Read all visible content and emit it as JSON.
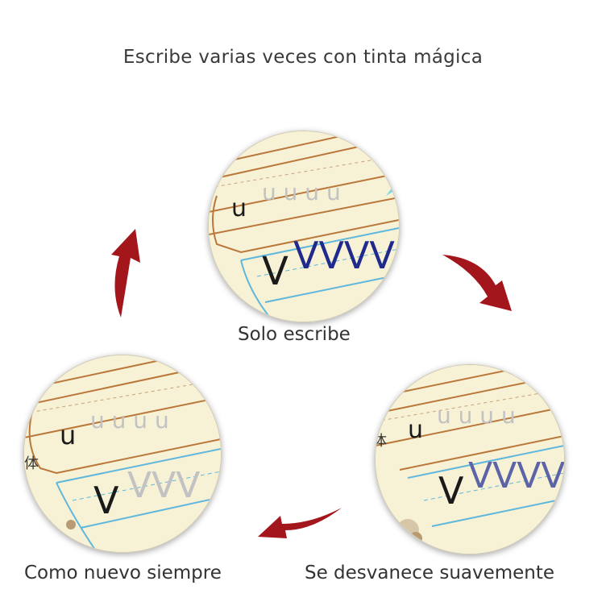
{
  "title": "Escribe varias veces con tinta mágica",
  "steps": [
    {
      "caption": "Solo escribe",
      "letter_u": "u",
      "letter_v": "V"
    },
    {
      "caption": "Se desvanece suavemente",
      "letter_u": "u",
      "letter_v": "V"
    },
    {
      "caption": "Como nuevo siempre",
      "letter_u": "u",
      "letter_v": "V"
    }
  ],
  "side_char": "体",
  "colors": {
    "paper": "#f7f1d6",
    "brown_line": "#b9783a",
    "blue_line": "#5fb7dc",
    "ink_dark": "#1a1a1a",
    "ink_blue": "#1f2a8c",
    "ink_faded_blue": "#5c64a8",
    "ghost": "#c2c2c2",
    "arrow_red": "#a3161c"
  },
  "icons": [
    "curved-arrow-icon"
  ]
}
